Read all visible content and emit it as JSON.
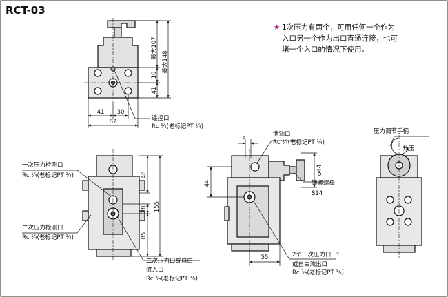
{
  "title": "RCT-03",
  "note": {
    "star": "★",
    "lines": [
      "1次压力有两个，可用任何一个作为",
      "入口另一个作为出口直通连接，也可",
      "堵一个入口的情况下使用。"
    ]
  },
  "view_top": {
    "dims": {
      "max107": "最大107",
      "max148": "最大148",
      "d10": "10",
      "d41v": "41",
      "d41h": "41",
      "d30": "30",
      "d82": "82"
    },
    "remote_port": {
      "label": "遥控口",
      "spec": "Rc ¼(老标记PT ¼)"
    }
  },
  "view_front": {
    "primary_gauge": {
      "label": "一次压力检测口",
      "spec": "Rc ¼(老标记PT ¼)"
    },
    "secondary_gauge": {
      "label": "二次压力检测口",
      "spec": "Rc ¼(老标记PT ¼)"
    },
    "outlet": {
      "label1": "二次压力口或自由",
      "label2": "流入口",
      "spec": "Rc ⅜(老标记PT ⅜)"
    },
    "dims": {
      "d48": "48",
      "d28": "28",
      "d85": "85",
      "d155": "155"
    }
  },
  "view_side": {
    "drain": {
      "label": "泄油口",
      "spec": "Rc ¼(老标记PT ¼)"
    },
    "lock_nut": {
      "label": "锁紧螺母",
      "size": "S14"
    },
    "inlet": {
      "label": "2个一次压力口",
      "label2": "或自由流出口",
      "spec": "Rc ⅜(老标记PT ⅜)",
      "star": "*"
    },
    "dims": {
      "d5": "5",
      "phi44": "φ44",
      "d44": "44",
      "d55": "55"
    }
  },
  "view_handle": {
    "handle_label": "压力调节手柄",
    "raise_label": "升压"
  }
}
